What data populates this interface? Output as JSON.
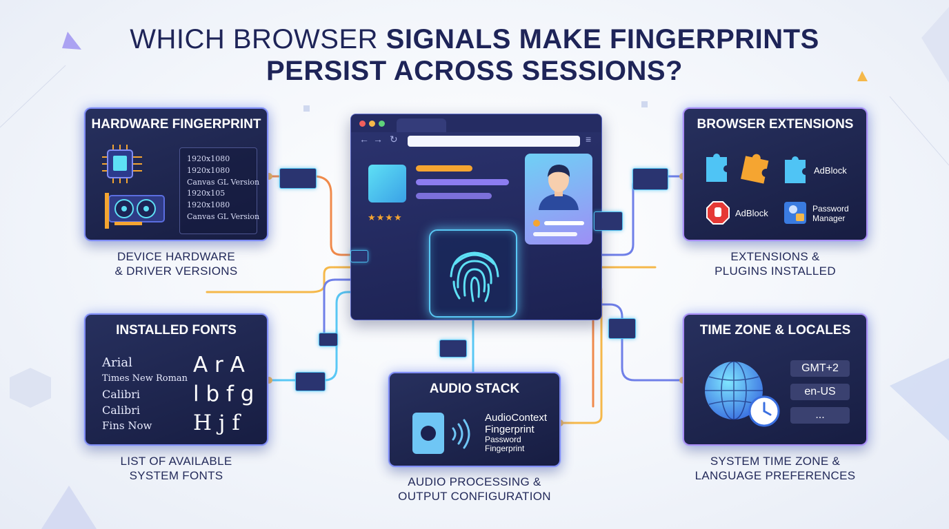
{
  "title": {
    "part1": "WHICH BROWSER ",
    "part2": "SIGNALS MAKE FINGERPRINTS",
    "part3": "PERSIST ACROSS SESSIONS?"
  },
  "hardware": {
    "title": "HARDWARE FINGERPRINT",
    "lines": [
      "1920x1080",
      "1920x1080",
      "Canvas GL Version",
      "1920x105",
      "1920x1080",
      "Canvas GL Version"
    ],
    "caption": [
      "DEVICE HARDWARE",
      "& DRIVER VERSIONS"
    ]
  },
  "fonts": {
    "title": "INSTALLED FONTS",
    "items": [
      "Arial",
      "Times New Roman",
      "Calibri",
      "Calibri",
      "Fins Now"
    ],
    "glyph_rows": [
      "A r A",
      "l b f g",
      "H j f"
    ],
    "caption": [
      "LIST OF AVAILABLE",
      "SYSTEM FONTS"
    ]
  },
  "extensions": {
    "title": "BROWSER EXTENSIONS",
    "labels": [
      "AdBlock",
      "AdBlock",
      "Password",
      "Manager"
    ],
    "caption": [
      "EXTENSIONS &",
      "PLUGINS INSTALLED"
    ]
  },
  "timezone": {
    "title": "TIME ZONE & LOCALES",
    "values": [
      "GMT+2",
      "en-US",
      "..."
    ],
    "caption": [
      "SYSTEM TIME ZONE &",
      "LANGUAGE PREFERENCES"
    ]
  },
  "audio": {
    "title": "AUDIO STACK",
    "lines": [
      "AudioContext",
      "Fingerprint",
      "Password",
      "Fingerprint"
    ],
    "caption": [
      "AUDIO PROCESSING &",
      "OUTPUT CONFIGURATION"
    ]
  },
  "browser": {
    "nav_back": "←",
    "nav_forward": "→",
    "nav_reload": "↻",
    "menu": "≡",
    "stars": "★★★★"
  },
  "colors": {
    "navy": "#1e2458",
    "card": "#1c2250",
    "cyan": "#59c8f5",
    "orange": "#f08a4b",
    "yellow": "#f5b84a",
    "purple": "#8f7cf0"
  },
  "icons": [
    "cpu-icon",
    "gpu-icon",
    "puzzle-icon",
    "adblock-icon",
    "password-manager-icon",
    "globe-icon",
    "clock-icon",
    "speaker-icon",
    "sound-wave-icon",
    "fingerprint-icon",
    "user-avatar-icon"
  ]
}
